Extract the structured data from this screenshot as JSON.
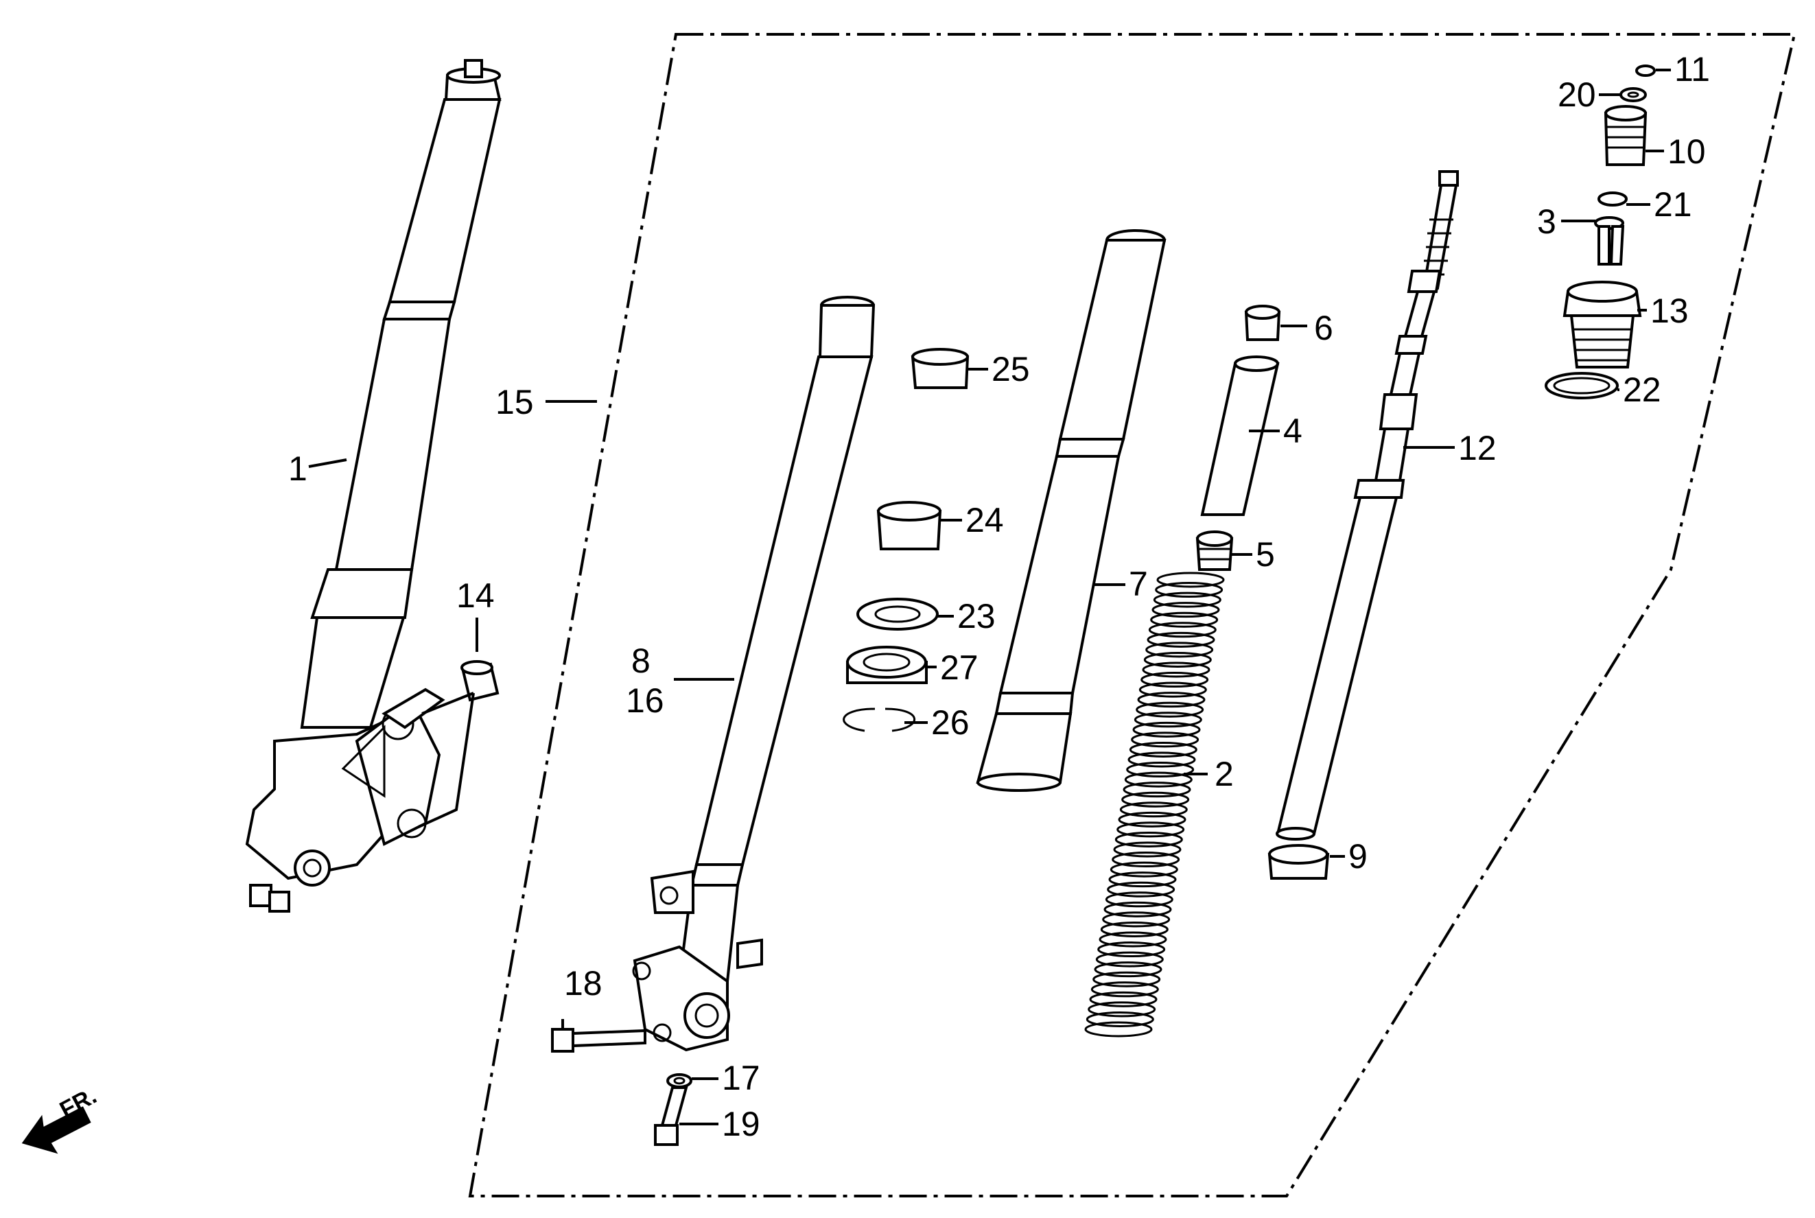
{
  "diagram": {
    "direction_label": "FR.",
    "parts": [
      {
        "id": "p1",
        "label": "1"
      },
      {
        "id": "p2",
        "label": "2"
      },
      {
        "id": "p3",
        "label": "3"
      },
      {
        "id": "p4",
        "label": "4"
      },
      {
        "id": "p5",
        "label": "5"
      },
      {
        "id": "p6",
        "label": "6"
      },
      {
        "id": "p7",
        "label": "7"
      },
      {
        "id": "p8",
        "label": "8"
      },
      {
        "id": "p9",
        "label": "9"
      },
      {
        "id": "p10",
        "label": "10"
      },
      {
        "id": "p11",
        "label": "11"
      },
      {
        "id": "p12",
        "label": "12"
      },
      {
        "id": "p13",
        "label": "13"
      },
      {
        "id": "p14",
        "label": "14"
      },
      {
        "id": "p15",
        "label": "15"
      },
      {
        "id": "p16",
        "label": "16"
      },
      {
        "id": "p17",
        "label": "17"
      },
      {
        "id": "p18",
        "label": "18"
      },
      {
        "id": "p19",
        "label": "19"
      },
      {
        "id": "p20",
        "label": "20"
      },
      {
        "id": "p21",
        "label": "21"
      },
      {
        "id": "p22",
        "label": "22"
      },
      {
        "id": "p23",
        "label": "23"
      },
      {
        "id": "p24",
        "label": "24"
      },
      {
        "id": "p25",
        "label": "25"
      },
      {
        "id": "p26",
        "label": "26"
      },
      {
        "id": "p27",
        "label": "27"
      }
    ]
  }
}
